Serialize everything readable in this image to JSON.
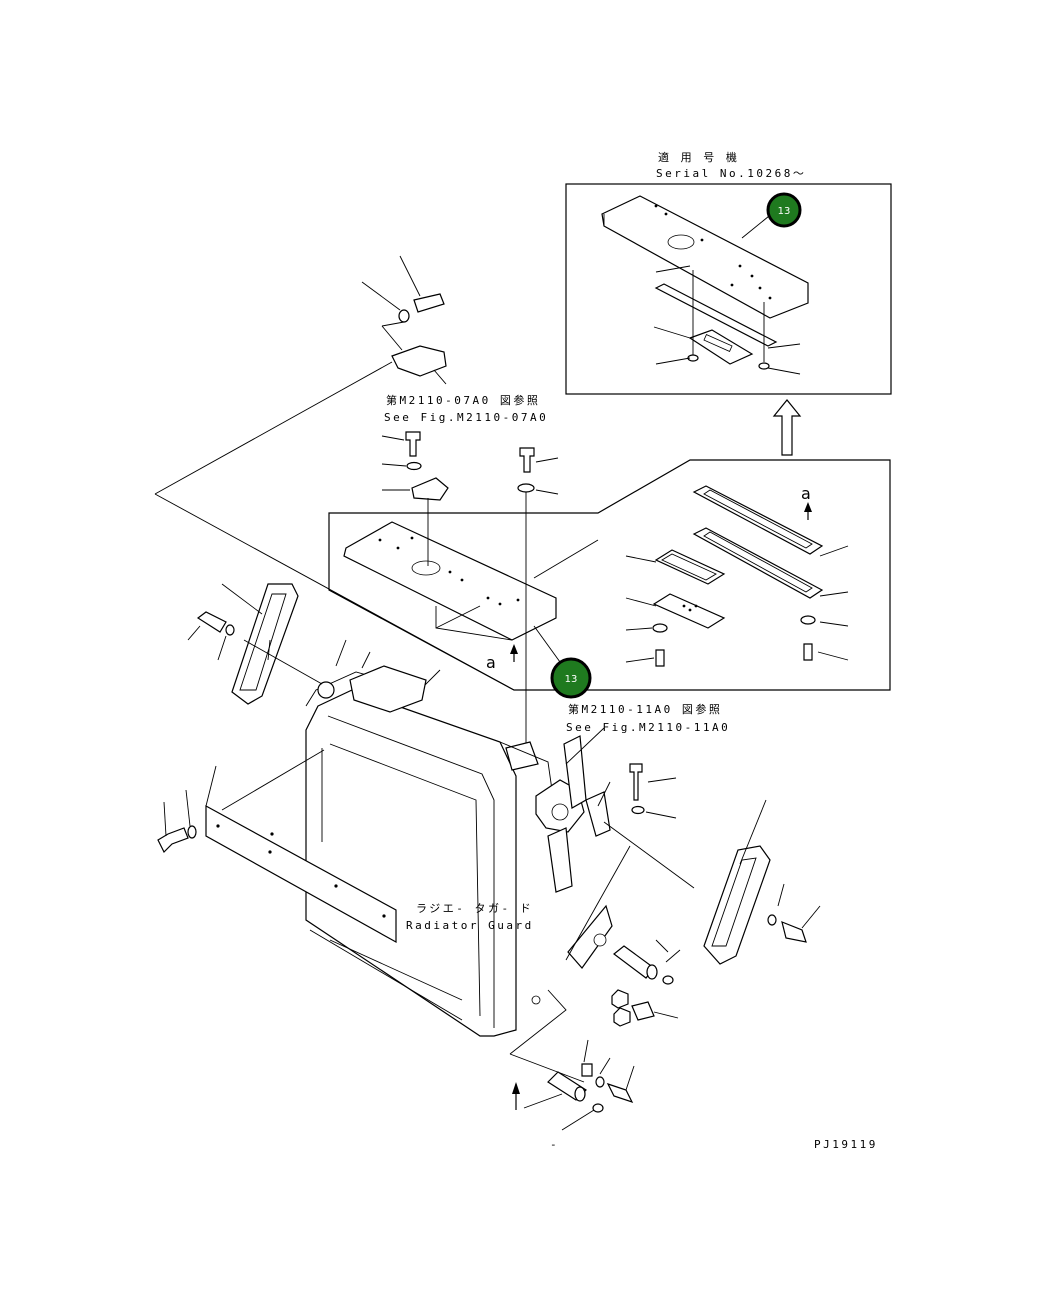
{
  "labels": {
    "serial_jp": "適 用 号 機",
    "serial_en": "Serial No.10268～",
    "ref1_jp": "第M2110-07A0 図参照",
    "ref1_en": "See Fig.M2110-07A0",
    "ref2_jp": "第M2110-11A0 図参照",
    "ref2_en": "See Fig.M2110-11A0",
    "guard_jp": "ラジエ- タガ- ド",
    "guard_en": "Radiator Guard",
    "view_a_1": "a",
    "view_a_2": "a",
    "drawing_no": "PJ19119",
    "stray_dash": "-"
  },
  "callouts": [
    {
      "number": "13",
      "color": "#1f7a1f"
    },
    {
      "number": "13",
      "color": "#1f7a1f"
    }
  ]
}
